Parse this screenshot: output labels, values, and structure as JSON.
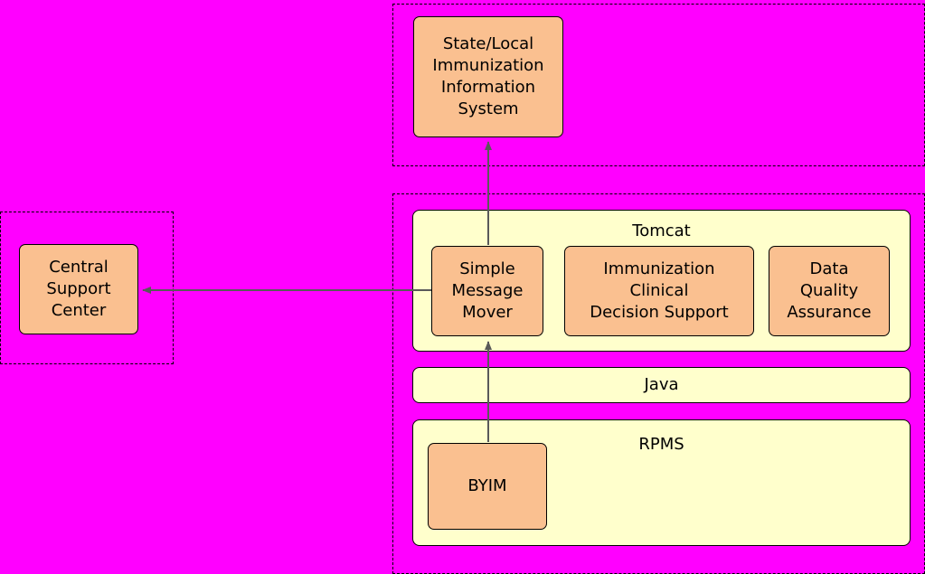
{
  "diagram": {
    "title": "",
    "background_color": "#FF00FF",
    "groups": [
      {
        "name": "state-local-group",
        "label": ""
      },
      {
        "name": "rpms-stack-group",
        "label": ""
      },
      {
        "name": "central-support-group",
        "label": ""
      }
    ],
    "nodes": {
      "state_local_iis": "State/Local\nImmunization\nInformation\nSystem",
      "central_support_center": "Central\nSupport\nCenter",
      "simple_message_mover": "Simple\nMessage\nMover",
      "immunization_cds": "Immunization\nClinical\nDecision Support",
      "data_quality_assurance": "Data\nQuality\nAssurance",
      "byim": "BYIM"
    },
    "platforms": {
      "tomcat": "Tomcat",
      "java": "Java",
      "rpms": "RPMS"
    },
    "colors": {
      "component_fill": "#FAC090",
      "platform_fill": "#FFFFCC",
      "stroke": "#000000",
      "canvas": "#FF00FF"
    },
    "arrows": [
      {
        "name": "arrow-smm-to-sliis",
        "from": "simple_message_mover",
        "to": "state_local_iis",
        "direction": "up"
      },
      {
        "name": "arrow-byim-to-smm",
        "from": "byim",
        "to": "simple_message_mover",
        "direction": "up"
      },
      {
        "name": "arrow-smm-to-csc",
        "from": "simple_message_mover",
        "to": "central_support_center",
        "direction": "left"
      }
    ]
  }
}
